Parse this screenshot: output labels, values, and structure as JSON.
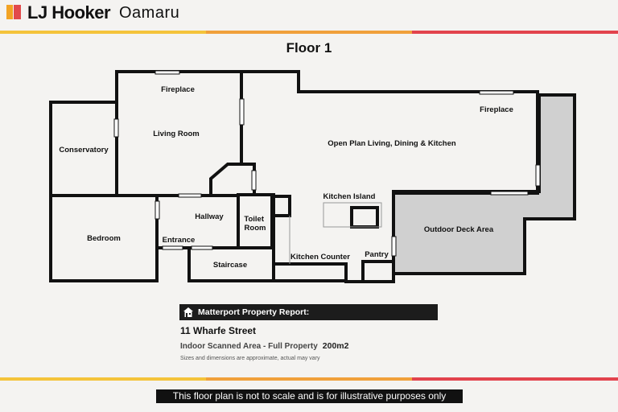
{
  "header": {
    "brand": "LJ Hooker",
    "office": "Oamaru",
    "logo_colors": [
      "#f2a324",
      "#e2494b"
    ],
    "stripe_colors": [
      "#f4c33b",
      "#f0a03b",
      "#e2434d"
    ]
  },
  "plan": {
    "title": "Floor 1",
    "rooms": {
      "fireplace_left": "Fireplace",
      "living_room": "Living Room",
      "conservatory": "Conservatory",
      "open_plan": "Open Plan Living, Dining & Kitchen",
      "fireplace_right": "Fireplace",
      "kitchen_island": "Kitchen Island",
      "hallway": "Hallway",
      "toilet_room": "Toilet Room",
      "bedroom": "Bedroom",
      "entrance": "Entrance",
      "staircase": "Staircase",
      "kitchen_counter": "Kitchen Counter",
      "pantry": "Pantry",
      "outdoor_deck": "Outdoor Deck Area"
    },
    "deck_color": "#d0d0d0"
  },
  "report": {
    "heading": "Matterport Property Report:",
    "address": "11 Wharfe Street",
    "area_label": "Indoor Scanned Area - Full Property",
    "area_value": "200m2",
    "note": "Sizes and dimensions are approximate, actual may vary"
  },
  "footer": {
    "disclaimer": "This floor plan is not to scale and is for illustrative purposes only"
  }
}
